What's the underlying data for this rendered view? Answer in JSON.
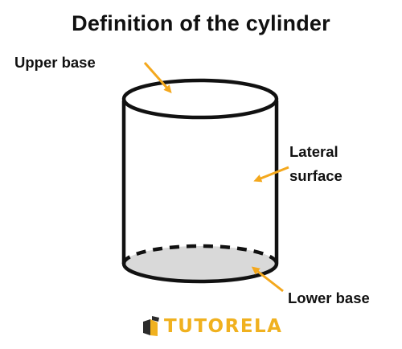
{
  "title": "Definition of the cylinder",
  "labels": {
    "upper_base": "Upper base",
    "lateral_surface_line1": "Lateral",
    "lateral_surface_line2": "surface",
    "lower_base": "Lower base"
  },
  "brand": {
    "name": "TUTORELA",
    "color": "#f0b11f",
    "logo_icon": "tutorela-logo-icon"
  },
  "colors": {
    "outline": "#111111",
    "arrow": "#f4a81d",
    "base_fill": "#d9d9d9"
  }
}
